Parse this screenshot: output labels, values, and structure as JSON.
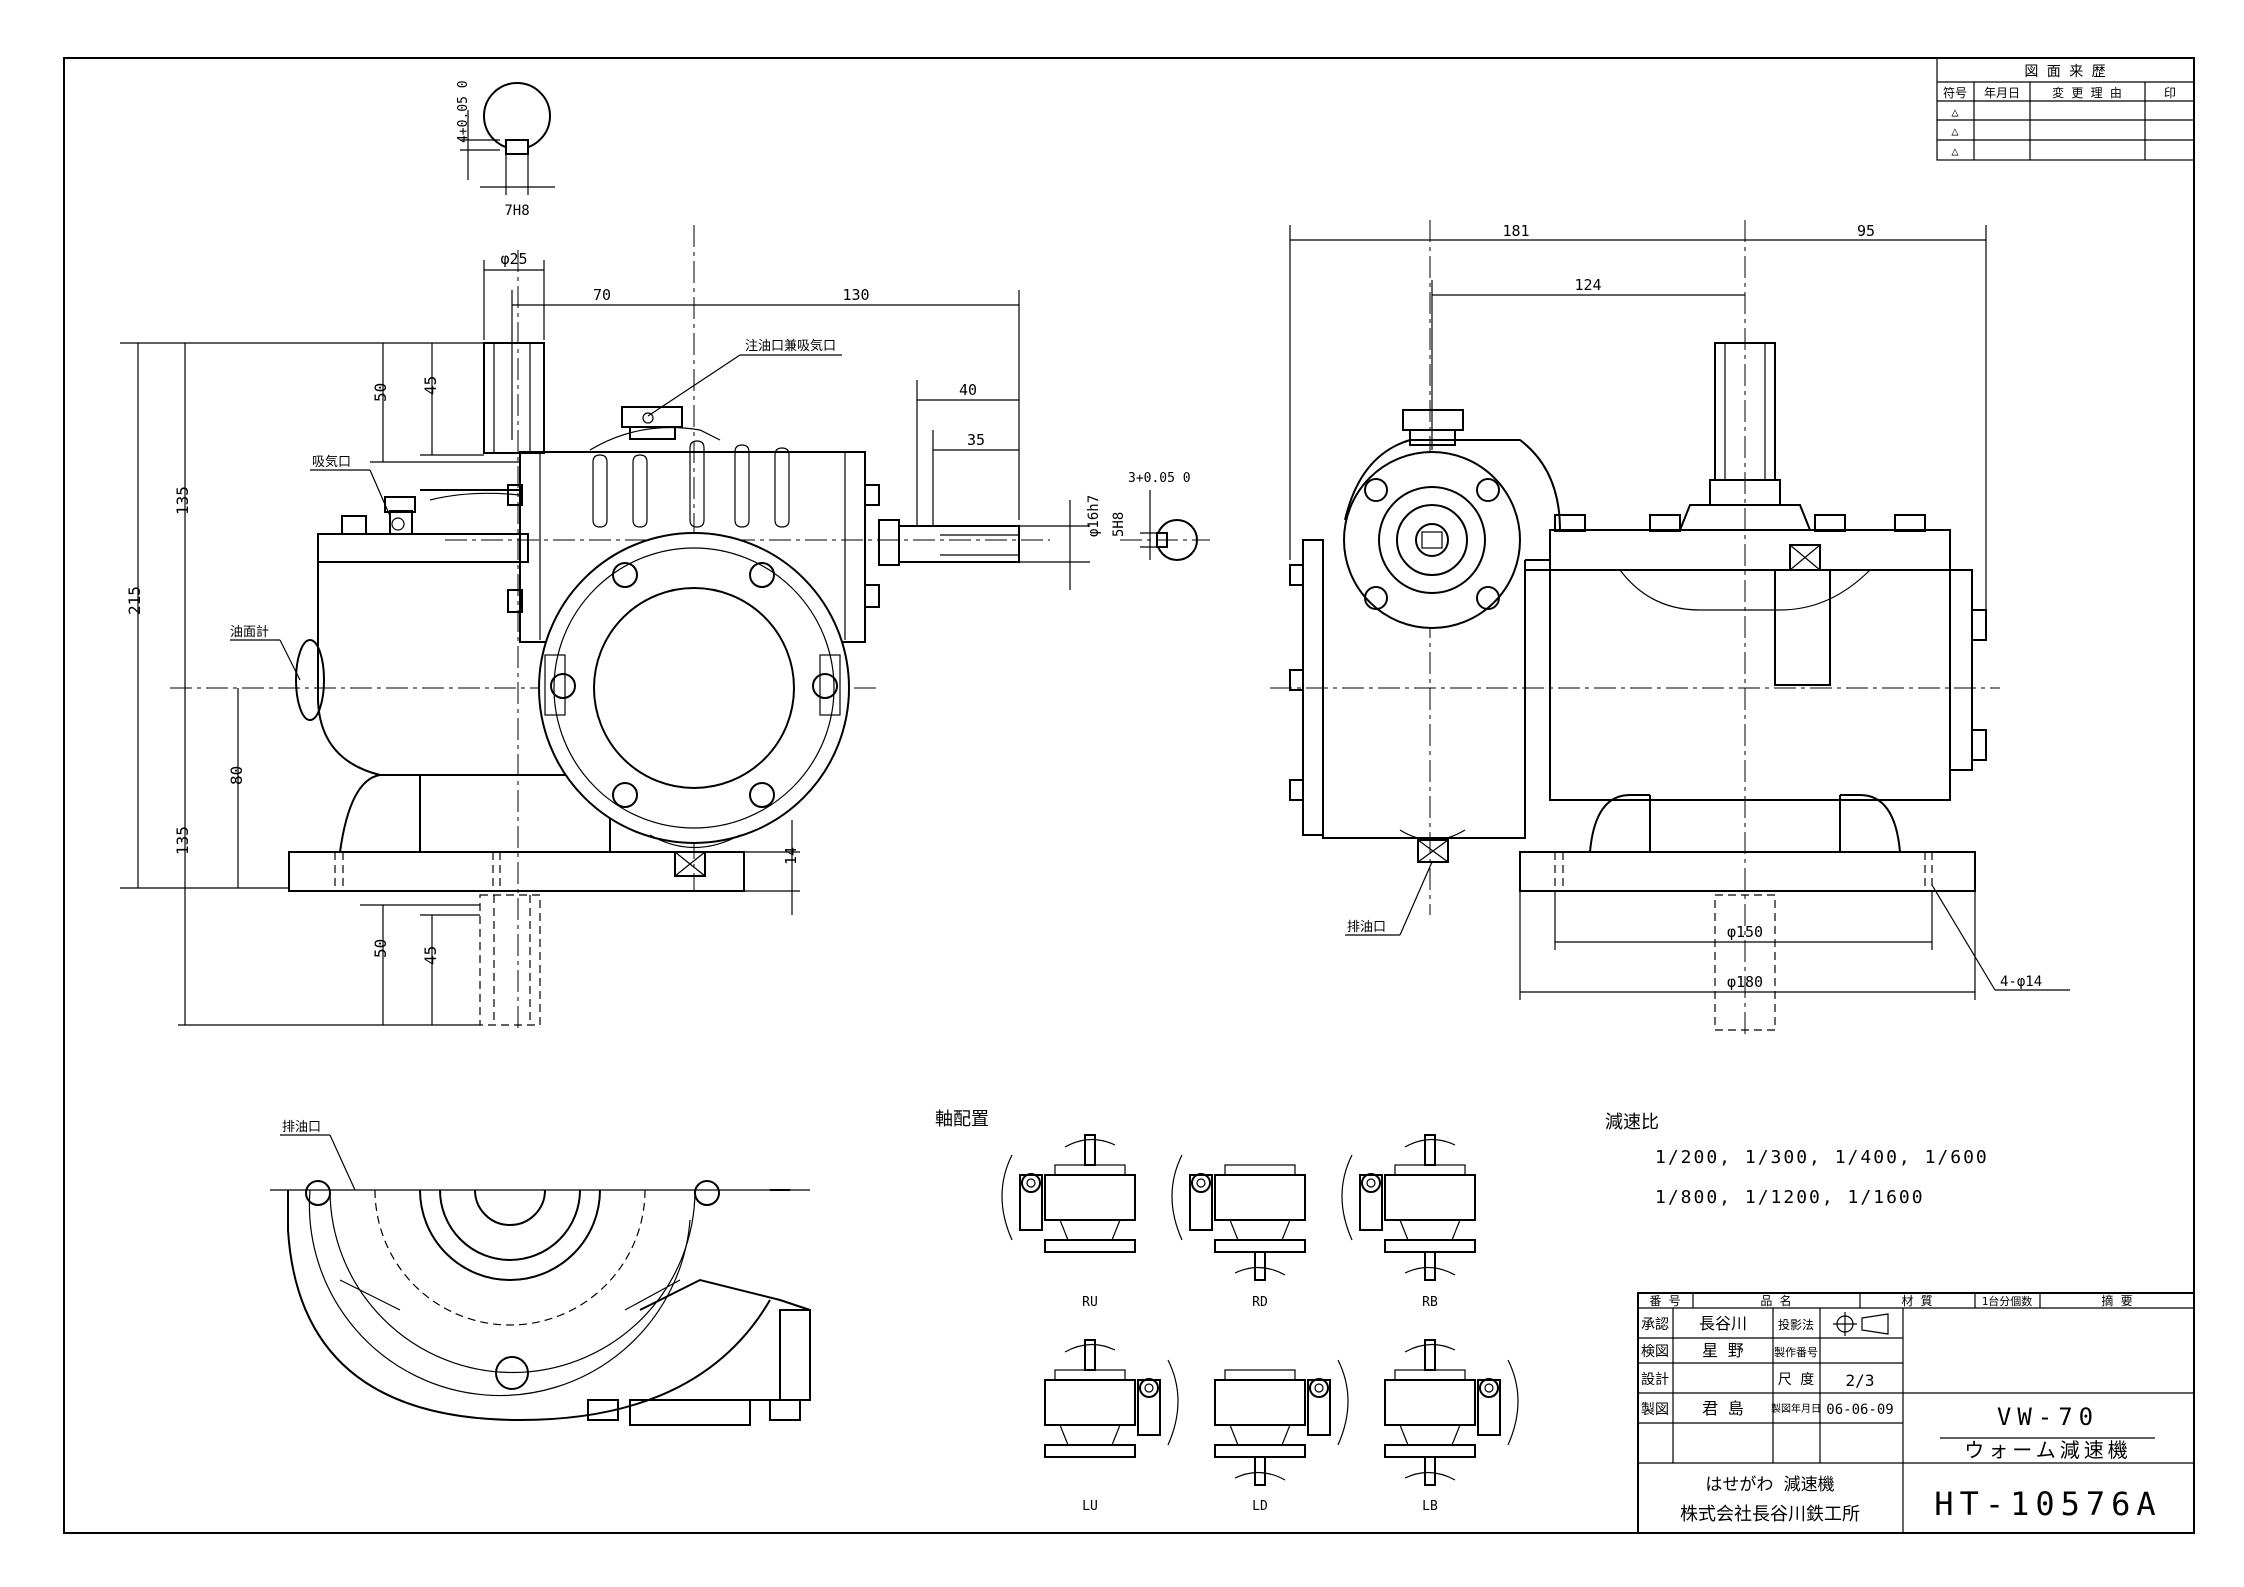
{
  "revision_table": {
    "title": "図 面 来 歴",
    "headers": [
      "符号",
      "年月日",
      "変 更 理 由",
      "印"
    ],
    "marks": [
      "△",
      "△",
      "△"
    ]
  },
  "dims_front": {
    "d25": "φ25",
    "d70": "70",
    "d130": "130",
    "d40": "40",
    "d35": "35",
    "d50a": "50",
    "d45a": "45",
    "d135a": "135",
    "d215": "215",
    "d80": "80",
    "d135b": "135",
    "d50b": "50",
    "d45b": "45",
    "d14": "14",
    "shaft": "φ16h7",
    "key": "5H8",
    "key_top_tol": "4+0.05 0",
    "key_top_fit": "7H8",
    "key_right_tol": "3+0.05 0"
  },
  "dims_side": {
    "d181": "181",
    "d95": "95",
    "d124": "124",
    "d150": "φ150",
    "d180": "φ180",
    "holes": "4-φ14"
  },
  "labels": {
    "oil_inlet": "注油口兼吸気口",
    "breather": "吸気口",
    "oil_gauge": "油面計",
    "drain_side": "排油口",
    "drain_bottom": "排油口",
    "axis_arrangement": "軸配置",
    "reduction_ratio": "減速比",
    "ratios_1": "1/200, 1/300, 1/400, 1/600",
    "ratios_2": "1/800, 1/1200, 1/1600"
  },
  "arrangements": [
    "RU",
    "RD",
    "RB",
    "LU",
    "LD",
    "LB"
  ],
  "title_block": {
    "col_no": "番 号",
    "col_name": "品 名",
    "col_mat": "材 質",
    "col_qty": "1台分個数",
    "col_note": "摘 要",
    "approve_label": "承認",
    "approve_name": "長谷川",
    "check_label": "検図",
    "check_name": "星 野",
    "design_label": "設計",
    "design_name": "",
    "draw_label": "製図",
    "draw_name": "君 島",
    "projection_label": "投影法",
    "mfg_no_label": "製作番号",
    "mfg_no": "",
    "scale_label": "尺 度",
    "scale": "2/3",
    "date_label": "製図年月日",
    "date": "06-06-09",
    "model": "VW-70",
    "product": "ウォーム減速機",
    "brand": "はせがわ 減速機",
    "company": "株式会社長谷川鉄工所",
    "drawing_no": "HT-10576A"
  }
}
